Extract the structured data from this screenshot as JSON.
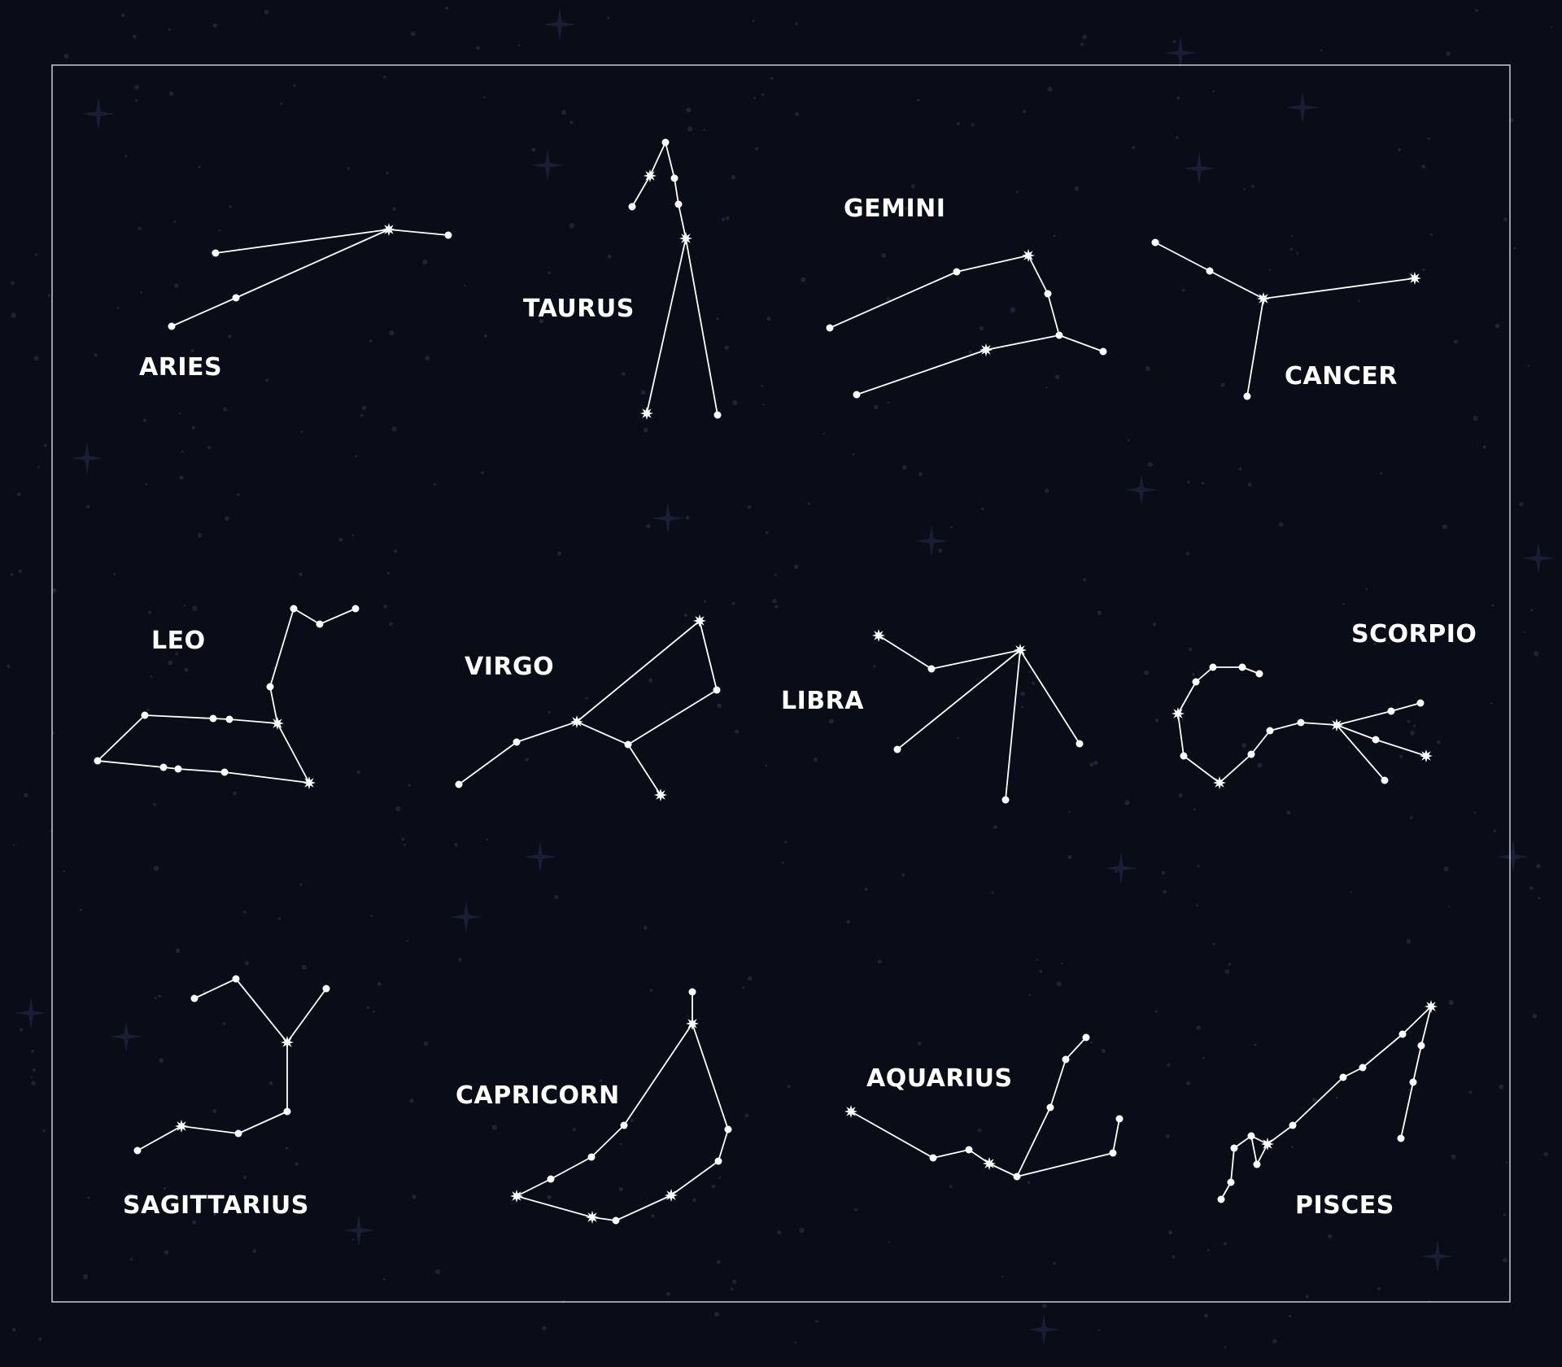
{
  "title": "",
  "colors": {
    "background": "#0a0d18",
    "frame": "#c9ccd6",
    "lines": "#ffffff",
    "stars": "#ffffff",
    "labels": "#ffffff",
    "faint_background_stars": "#1e2235"
  },
  "constellations": [
    {
      "id": "aries",
      "label": "ARIES"
    },
    {
      "id": "taurus",
      "label": "TAURUS"
    },
    {
      "id": "gemini",
      "label": "GEMINI"
    },
    {
      "id": "cancer",
      "label": "CANCER"
    },
    {
      "id": "leo",
      "label": "LEO"
    },
    {
      "id": "virgo",
      "label": "VIRGO"
    },
    {
      "id": "libra",
      "label": "LIBRA"
    },
    {
      "id": "scorpio",
      "label": "SCORPIO"
    },
    {
      "id": "sagittarius",
      "label": "SAGITTARIUS"
    },
    {
      "id": "capricorn",
      "label": "CAPRICORN"
    },
    {
      "id": "aquarius",
      "label": "AQUARIUS"
    },
    {
      "id": "pisces",
      "label": "PISCES"
    }
  ]
}
